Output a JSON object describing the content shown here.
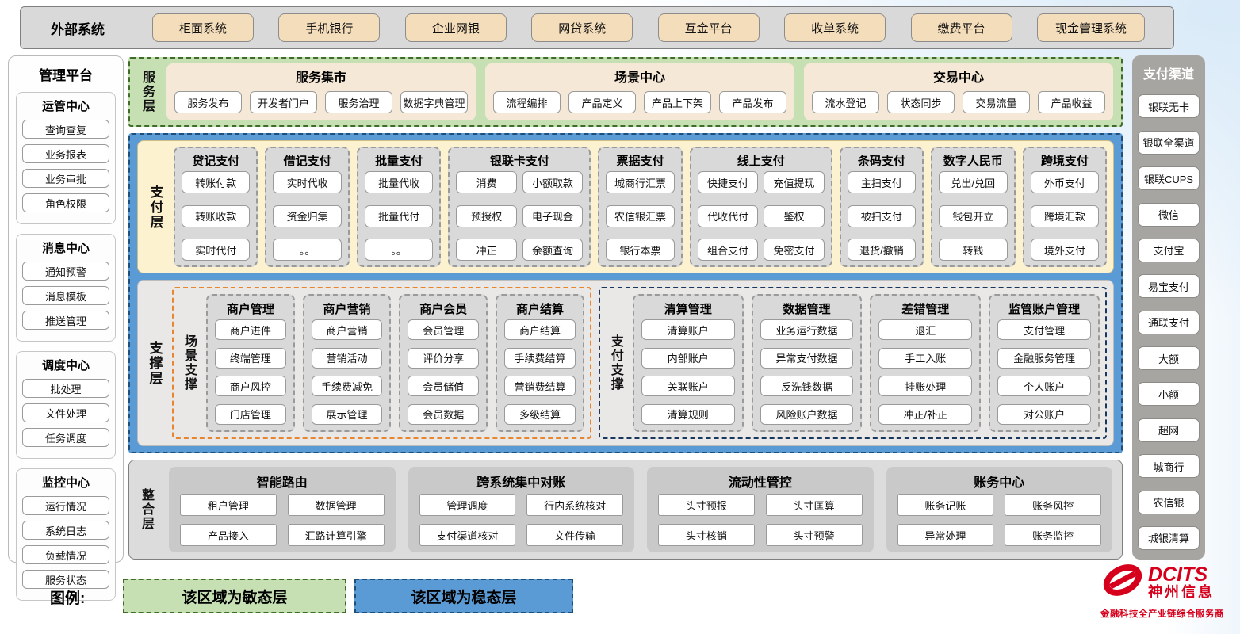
{
  "external": {
    "title": "外部系统",
    "systems": [
      "柜面系统",
      "手机银行",
      "企业网银",
      "网贷系统",
      "互金平台",
      "收单系统",
      "缴费平台",
      "现金管理系统"
    ]
  },
  "management": {
    "title": "管理平台",
    "groups": [
      {
        "title": "运管中心",
        "items": [
          "查询查复",
          "业务报表",
          "业务审批",
          "角色权限"
        ]
      },
      {
        "title": "消息中心",
        "items": [
          "通知预警",
          "消息模板",
          "推送管理"
        ]
      },
      {
        "title": "调度中心",
        "items": [
          "批处理",
          "文件处理",
          "任务调度"
        ]
      },
      {
        "title": "监控中心",
        "items": [
          "运行情况",
          "系统日志",
          "负载情况",
          "服务状态"
        ]
      }
    ]
  },
  "service_layer": {
    "label": "服务层",
    "panels": [
      {
        "title": "服务集市",
        "items": [
          "服务发布",
          "开发者门户",
          "服务治理",
          "数据字典管理"
        ]
      },
      {
        "title": "场景中心",
        "items": [
          "流程编排",
          "产品定义",
          "产品上下架",
          "产品发布"
        ]
      },
      {
        "title": "交易中心",
        "items": [
          "流水登记",
          "状态同步",
          "交易流量",
          "产品收益"
        ]
      }
    ]
  },
  "payment_layer": {
    "label": "支付层",
    "columns": [
      {
        "title": "贷记支付",
        "items": [
          "转账付款",
          "转账收款",
          "实时代付"
        ]
      },
      {
        "title": "借记支付",
        "items": [
          "实时代收",
          "资金归集",
          "。。"
        ]
      },
      {
        "title": "批量支付",
        "items": [
          "批量代收",
          "批量代付",
          "。。"
        ]
      },
      {
        "title": "银联卡支付",
        "items": [
          "消费",
          "小额取款",
          "预授权",
          "电子现金",
          "冲正",
          "余额查询"
        ]
      },
      {
        "title": "票据支付",
        "items": [
          "城商行汇票",
          "农信银汇票",
          "银行本票"
        ]
      },
      {
        "title": "线上支付",
        "items": [
          "快捷支付",
          "充值提现",
          "代收代付",
          "鉴权",
          "组合支付",
          "免密支付"
        ]
      },
      {
        "title": "条码支付",
        "items": [
          "主扫支付",
          "被扫支付",
          "退货/撤销"
        ]
      },
      {
        "title": "数字人民币",
        "items": [
          "兑出/兑回",
          "钱包开立",
          "转钱"
        ]
      },
      {
        "title": "跨境支付",
        "items": [
          "外币支付",
          "跨境汇款",
          "境外支付"
        ]
      }
    ]
  },
  "support_layer": {
    "label": "支撑层",
    "sections": [
      {
        "label": "场景支撑",
        "columns": [
          {
            "title": "商户管理",
            "items": [
              "商户进件",
              "终端管理",
              "商户风控",
              "门店管理"
            ]
          },
          {
            "title": "商户营销",
            "items": [
              "商户营销",
              "营销活动",
              "手续费减免",
              "展示管理"
            ]
          },
          {
            "title": "商户会员",
            "items": [
              "会员管理",
              "评价分享",
              "会员储值",
              "会员数据"
            ]
          },
          {
            "title": "商户结算",
            "items": [
              "商户结算",
              "手续费结算",
              "营销费结算",
              "多级结算"
            ]
          }
        ]
      },
      {
        "label": "支付支撑",
        "columns": [
          {
            "title": "清算管理",
            "items": [
              "清算账户",
              "内部账户",
              "关联账户",
              "清算规则"
            ]
          },
          {
            "title": "数据管理",
            "items": [
              "业务运行数据",
              "异常支付数据",
              "反洗钱数据",
              "风险账户数据"
            ]
          },
          {
            "title": "差错管理",
            "items": [
              "退汇",
              "手工入账",
              "挂账处理",
              "冲正/补正"
            ]
          },
          {
            "title": "监管账户管理",
            "items": [
              "支付管理",
              "金融服务管理",
              "个人账户",
              "对公账户"
            ]
          }
        ]
      }
    ]
  },
  "integration_layer": {
    "label": "整合层",
    "panels": [
      {
        "title": "智能路由",
        "items": [
          "租户管理",
          "数据管理",
          "产品接入",
          "汇路计算引擎"
        ]
      },
      {
        "title": "跨系统集中对账",
        "items": [
          "管理调度",
          "行内系统核对",
          "支付渠道核对",
          "文件传输"
        ]
      },
      {
        "title": "流动性管控",
        "items": [
          "头寸预报",
          "头寸匡算",
          "头寸核销",
          "头寸预警"
        ]
      },
      {
        "title": "账务中心",
        "items": [
          "账务记账",
          "账务风控",
          "异常处理",
          "账务监控"
        ]
      }
    ]
  },
  "channels": {
    "title": "支付渠道",
    "items": [
      "银联无卡",
      "银联全渠道",
      "银联CUPS",
      "微信",
      "支付宝",
      "易宝支付",
      "通联支付",
      "大额",
      "小额",
      "超网",
      "城商行",
      "农信银",
      "城银清算"
    ]
  },
  "legend": {
    "label": "图例:",
    "agile": "该区域为敏态层",
    "stable": "该区域为稳态层"
  },
  "logo": {
    "brand": "DCITS",
    "name": "神州信息",
    "slogan": "金融科技全产业链综合服务商"
  },
  "colors": {
    "agile_green": "#c6e0b4",
    "stable_blue": "#5b9bd5",
    "beige_button": "#f4ddba",
    "cream_panel": "#fcf2d0",
    "gray_column": "#d9d9d9",
    "orange_border": "#e8862f",
    "navy_border": "#17375e",
    "brand_red": "#d6001c"
  }
}
